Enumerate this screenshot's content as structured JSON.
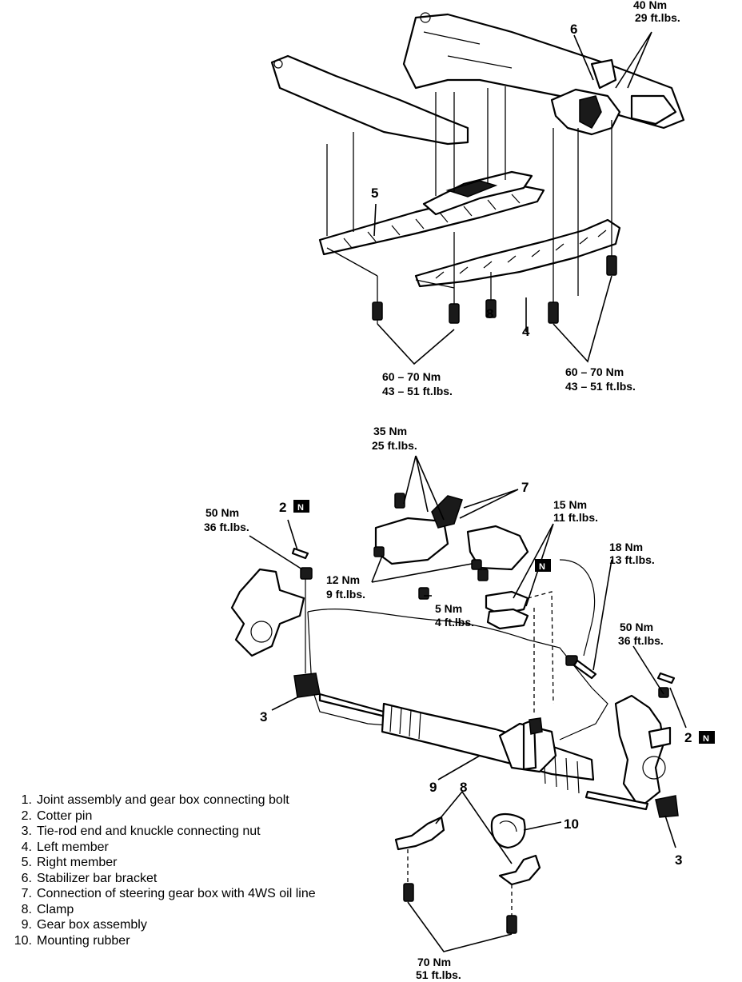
{
  "torque_specs": {
    "stabilizer_bracket": [
      "40 Nm",
      "29 ft.lbs."
    ],
    "member_left": [
      "60 – 70 Nm",
      "43 – 51 ft.lbs."
    ],
    "member_right": [
      "60 – 70 Nm",
      "43 – 51 ft.lbs."
    ],
    "oil_line": [
      "35 Nm",
      "25 ft.lbs."
    ],
    "cotter_left": [
      "50 Nm",
      "36 ft.lbs."
    ],
    "clamp_bolts_upper": [
      "15 Nm",
      "11 ft.lbs."
    ],
    "joint_bolt": [
      "18 Nm",
      "13 ft.lbs."
    ],
    "gearbox_mount": [
      "12 Nm",
      "9 ft.lbs."
    ],
    "small_bolt": [
      "5 Nm",
      "4 ft.lbs."
    ],
    "cotter_right": [
      "50 Nm",
      "36 ft.lbs."
    ],
    "clamp_bottom": [
      "70 Nm",
      "51 ft.lbs."
    ]
  },
  "callouts": {
    "c2a": "2",
    "c2b": "2",
    "c3a": "3",
    "c3b": "3",
    "c4": "4",
    "c5": "5",
    "c6": "6",
    "c7": "7",
    "c8a": "8",
    "c8b": "8",
    "c9": "9",
    "c10": "10",
    "n_box": "N"
  },
  "legend": [
    {
      "num": "1.",
      "text": "Joint assembly and gear box connecting bolt"
    },
    {
      "num": "2.",
      "text": "Cotter pin"
    },
    {
      "num": "3.",
      "text": "Tie-rod end and knuckle connecting nut"
    },
    {
      "num": "4.",
      "text": "Left member"
    },
    {
      "num": "5.",
      "text": "Right member"
    },
    {
      "num": "6.",
      "text": "Stabilizer bar bracket"
    },
    {
      "num": "7.",
      "text": "Connection of steering gear box with 4WS oil line"
    },
    {
      "num": "8.",
      "text": "Clamp"
    },
    {
      "num": "9.",
      "text": "Gear box assembly"
    },
    {
      "num": "10.",
      "text": "Mounting rubber"
    }
  ]
}
